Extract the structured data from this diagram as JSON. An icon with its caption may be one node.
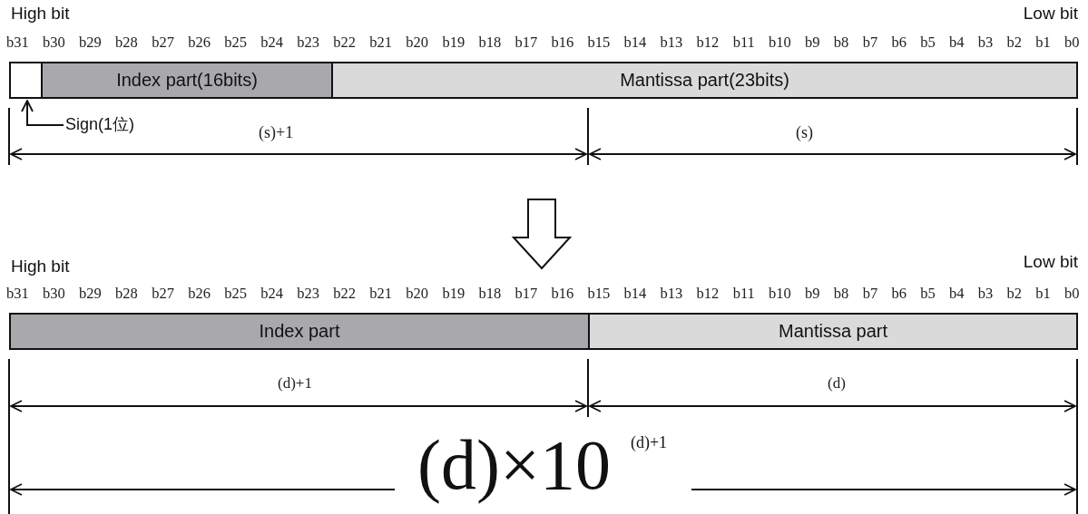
{
  "diagram": {
    "nodes": [
      {
        "text": [],
        "shape": "box"
      },
      {
        "text": [
          "Index part(16bits)"
        ]
      },
      {
        "text": [
          "Mantissa part(23bits)"
        ]
      },
      {
        "text": [
          "Sign(1位)"
        ]
      },
      {
        "text": [
          "Index part"
        ]
      },
      {
        "text": [
          "Mantissa part"
        ]
      }
    ],
    "edges": [
      {
        "from": 3,
        "to": 0,
        "arrow": "to"
      }
    ],
    "labels": [
      "High bit",
      "Low bit",
      "b31",
      "b30",
      "b29",
      "b28",
      "b27",
      "b26",
      "b25",
      "b24",
      "b23",
      "b22",
      "b21",
      "b20",
      "b19",
      "b18",
      "b17",
      "b16",
      "b15",
      "b14",
      "b13",
      "b12",
      "b11",
      "b10",
      "b9",
      "b8",
      "b7",
      "b6",
      "b5",
      "b4",
      "b3",
      "b2",
      "b1",
      "b0",
      "(s)+1",
      "(s)",
      "High bit",
      "Low bit",
      "b31",
      "b30",
      "b29",
      "b28",
      "b27",
      "b26",
      "b25",
      "b24",
      "b23",
      "b22",
      "b21",
      "b20",
      "b19",
      "b18",
      "b17",
      "b16",
      "b15",
      "b14",
      "b13",
      "b12",
      "b11",
      "b10",
      "b9",
      "b8",
      "b7",
      "b6",
      "b5",
      "b4",
      "b3",
      "b2",
      "b1",
      "b0",
      "(d)+1",
      "(d)",
      "(d)×10$^{(d)+1}$"
    ]
  }
}
